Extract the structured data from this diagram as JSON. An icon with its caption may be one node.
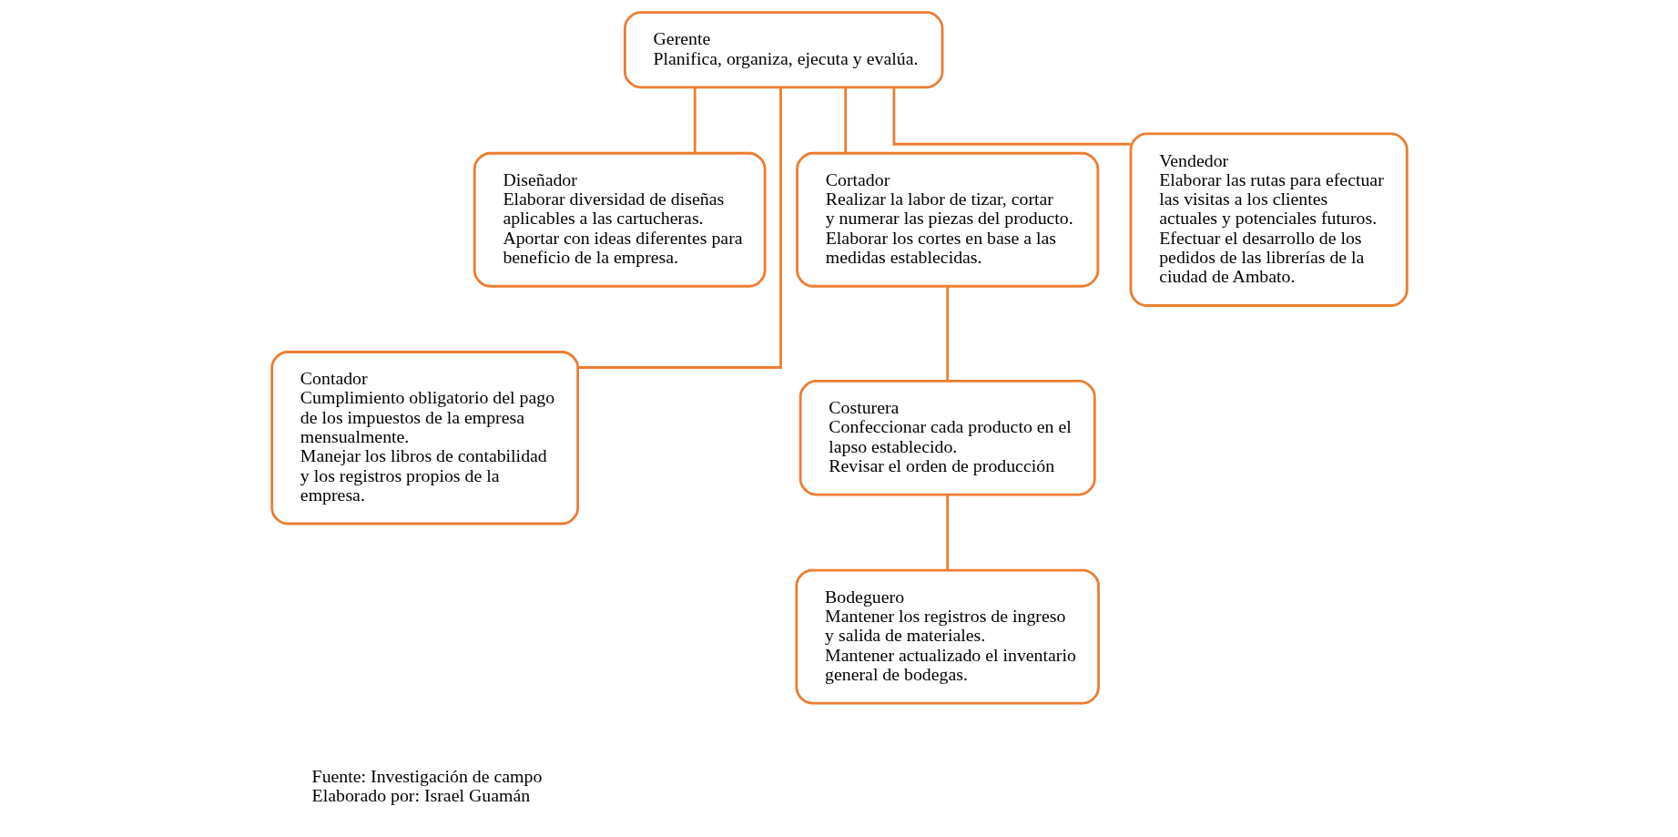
{
  "diagram": {
    "nodes": [
      {
        "text": [
          "Gerente",
          "Planifica, organiza, ejecuta y evalúa."
        ]
      },
      {
        "text": [
          "Contador",
          "Cumplimiento obligatorio del pago de los impuestos de la empresa mensualmente.",
          "Manejar los libros de contabilidad y los registros propios de la empresa."
        ]
      },
      {
        "text": [
          "Diseñador",
          "Elaborar diversidad de diseñas aplicables a las cartucheras.",
          "Aportar con ideas diferentes para beneficio de la empresa."
        ]
      },
      {
        "text": [
          "Cortador",
          "Realizar la labor de tizar, cortar y numerar las piezas del producto.",
          "Elaborar los cortes en base a las medidas establecidas."
        ]
      },
      {
        "text": [
          "Costurera",
          "Confeccionar cada producto en el lapso establecido.",
          "Revisar el orden de producción"
        ]
      },
      {
        "text": [
          "Bodeguero",
          "Mantener los registros de ingreso y salida de materiales.",
          "Mantener actualizado el inventario general de bodegas."
        ]
      },
      {
        "text": [
          "Vendedor",
          "Elaborar las rutas para efectuar las visitas a los clientes actuales y potenciales futuros.",
          "Efectuar el desarrollo de los pedidos de las librerías de la ciudad de Ambato."
        ]
      }
    ],
    "edges": [
      {
        "from": 0,
        "to": 1,
        "arrow": "none"
      },
      {
        "from": 0,
        "to": 2,
        "arrow": "none"
      },
      {
        "from": 0,
        "to": 3,
        "arrow": "none"
      },
      {
        "from": 0,
        "to": 6,
        "arrow": "none"
      },
      {
        "from": 3,
        "to": 4,
        "arrow": "none"
      },
      {
        "from": 4,
        "to": 5,
        "arrow": "none"
      }
    ],
    "labels": [
      "Fuente: Investigación de campo",
      "Elaborado por: Israel Guamán"
    ]
  }
}
